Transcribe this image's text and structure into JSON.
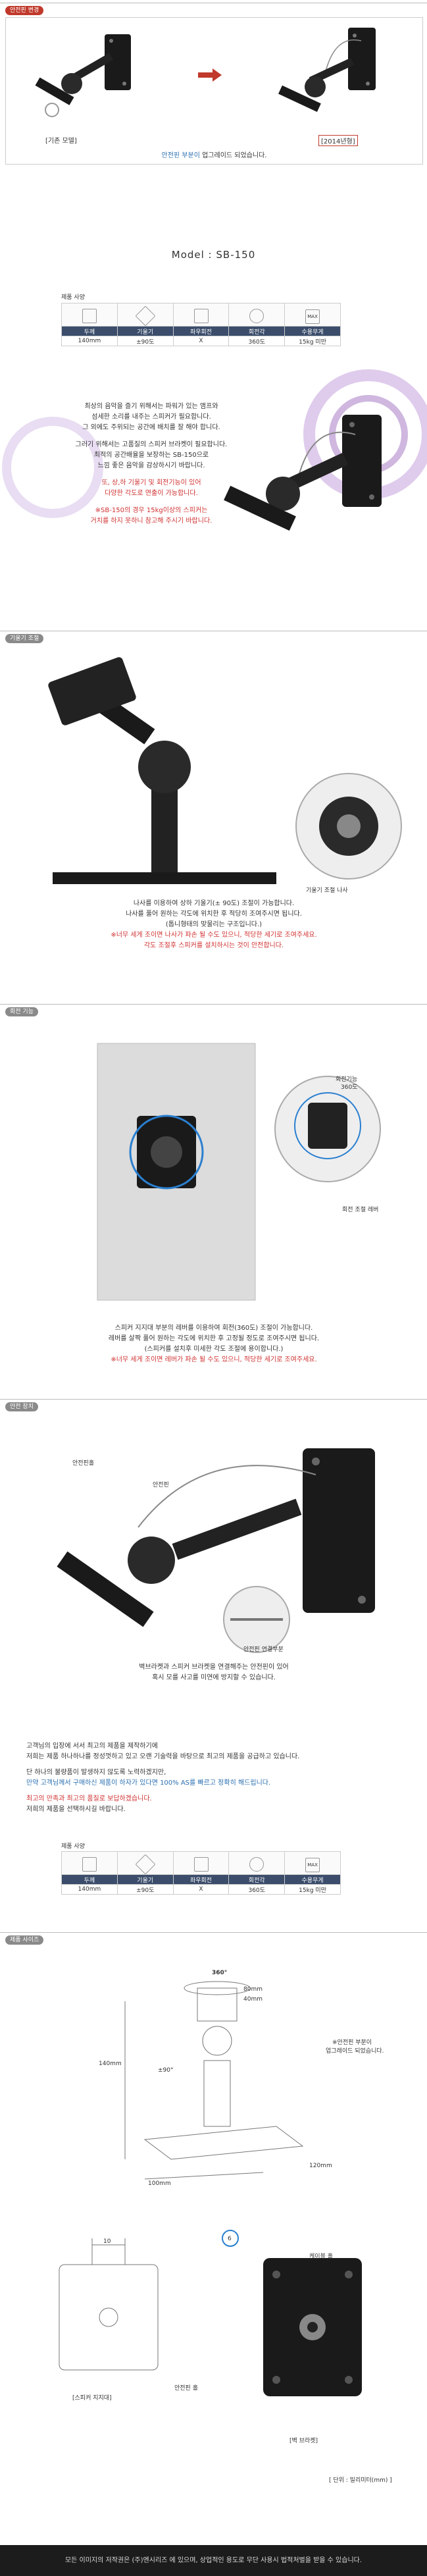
{
  "sections": {
    "safety_change": "안전핀 변경",
    "tilt": "기울기 조절",
    "rotate": "회전 기능",
    "safety": "안전 장치",
    "size": "제품 사이즈",
    "spec_small": "제품 사양"
  },
  "compare": {
    "old_label": "[기존 모델]",
    "new_label": "[2014년형]",
    "note_blue": "안전핀 부분이",
    "note_rest": "업그레이드 되었습니다."
  },
  "model": "Model : SB-150",
  "spec_headers": [
    "두께",
    "기울기",
    "좌우회전",
    "회전각",
    "수용무게"
  ],
  "spec_values": [
    "140mm",
    "±90도",
    "X",
    "360도",
    "15kg 미만"
  ],
  "spec_values2": [
    "140mm",
    "±90도",
    "X",
    "360도",
    "15kg 미만"
  ],
  "max_icon": "MAX",
  "intro": {
    "l1": "최상의 음악을 즐기 위해서는 파워가 있는 앰프와",
    "l2": "섬세한 소리를 내주는 스피커가 필요합니다.",
    "l3": "그 외에도 주위되는 공간에 배치를 잘 해야 합니다.",
    "l4": "그러기 위해서는 고품질의 스피커 브라켓이 필요합니다.",
    "l5": "최적의 공간배율을 보장하는 SB-150으로",
    "l6": "느낌 좋은 음악을 감상하시기 바랍니다.",
    "l7": "또, 상,하 기울기 및 회전기능이 있어",
    "l8": "다양한 각도로 연출이 가능합니다.",
    "l9": "※SB-150의 경우 15kg이상의 스피커는",
    "l10": "거치를 하지 못하니 참고해 주시기 바랍니다."
  },
  "tilt": {
    "label": "기울기 조절 나사",
    "l1": "나사를 이용하여 상하 기울기(± 90도) 조절이 가능합니다.",
    "l2": "나사를 풀어 원하는 각도에 위치한 후 적당히 조여주시면 됩니다.",
    "l3": "(톱니형태의 맞물리는 구조입니다.)",
    "l4": "※너무 세게 조이면 나사가 파손 될 수도 있으니, 적당한 세기로 조여주세요.",
    "l5": "각도 조절후 스피커를 설치하시는 것이 안전합니다."
  },
  "rotate": {
    "label1": "회전기능",
    "label2": "360도",
    "lever": "회전 조절 레버",
    "l1": "스피커 지지대 부분의 레버를 이용하여 회전(360도) 조절이 가능합니다.",
    "l2": "레버를 살짝 풀어 원하는 각도에 위치한 후 고정될 정도로 조여주시면 됩니다.",
    "l3": "(스피커를 설치후 미세한 각도 조절에 용이합니다.)",
    "l4": "※너무 세게 조이면 레버가 파손 될 수도 있으니, 적당한 세기로 조여주세요."
  },
  "safety": {
    "ring": "안전핀홀",
    "pin": "안전핀",
    "connector": "안전핀 연결부분",
    "l1": "벽브라켓과 스피커 브라켓을 연결해주는 안전핀이 있어",
    "l2": "혹시 모를 사고를 미연에 방지할 수 있습니다."
  },
  "closing": {
    "l1": "고객님의 입장에 서서 최고의 제품을 제작하기에",
    "l2": "저희는 제품 하나하나를 정성껏하고 있고 오랜 기술력을 바탕으로 최고의 제품을 공급하고 있습니다.",
    "l3": "단 하나의 불량품이 발생하지 않도록 노력하겠지만,",
    "l4": "만약 고객님께서 구매하신 제품이 하자가 있다면 100% AS를 빠르고 정확히 해드립니다.",
    "l5": "최고의 만족과 최고의 품질로 보답하겠습니다.",
    "l6": "저희의 제품을 선택하시길 바랍니다."
  },
  "dims": {
    "rot": "360°",
    "w80": "80mm",
    "w40": "40mm",
    "h140": "140mm",
    "tilt": "±90°",
    "d100": "100mm",
    "d120": "120mm",
    "note1": "※안전핀 부분이",
    "note2": "업그레이드 되었습니다.",
    "d10": "10",
    "d6": "6",
    "cable": "케이블 홀",
    "pinhole": "안전핀 홀",
    "speaker_bracket": "[스피커 지지대]",
    "wall_bracket": "[벽 브라켓]",
    "unit": "[ 단위 : 밀리미터(mm) ]"
  },
  "footer": "모든 이미지의 저작권은 (주)엔시리즈 에 있으며, 상업적인 용도로 무단 사용시 법적처벌을 받을 수 있습니다.",
  "colors": {
    "accent_red": "#c0392b",
    "header_bar": "#3b4d6b",
    "purple": "#a070c0"
  }
}
